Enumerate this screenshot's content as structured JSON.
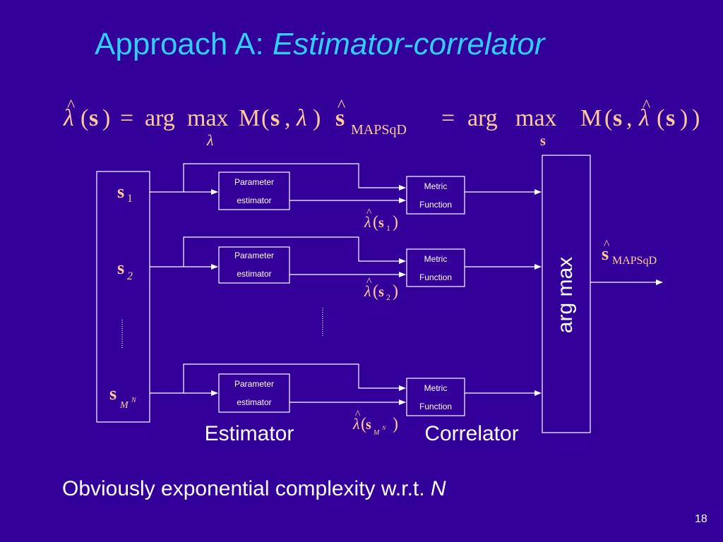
{
  "title": {
    "main": "Approach A: ",
    "italic": "Estimator-correlator"
  },
  "equations": {
    "lambda_hat": "λ",
    "hat": "^",
    "s": "s",
    "equals": "=",
    "argmax_arg": "arg",
    "argmax_max": "max",
    "M": "M",
    "lambda": "λ",
    "sub_lambda": "λ",
    "sub_s": "s",
    "map_subscript": "MAPSqD",
    "paren_open": "(",
    "paren_close": ")",
    "comma": ","
  },
  "diagram": {
    "inputs": [
      {
        "symbol": "s",
        "subscript": "1",
        "sup": ""
      },
      {
        "symbol": "s",
        "subscript": "2",
        "sup": ""
      },
      {
        "symbol": "s",
        "subscript": "M",
        "sup": "N"
      }
    ],
    "param_box": {
      "line1": "Parameter",
      "line2": "estimator"
    },
    "metric_box": {
      "line1": "Metric",
      "line2": "Function"
    },
    "argmax_label": "arg max",
    "output": {
      "symbol": "s",
      "subscript": "MAPSqD"
    },
    "estimator_label": "Estimator",
    "correlator_label": "Correlator"
  },
  "bottom_text": {
    "main": "Obviously exponential complexity w.r.t. ",
    "italic": "N"
  },
  "page_number": "18",
  "colors": {
    "background": "#330099",
    "title": "#33ccff",
    "math": "#ffcc99",
    "lines": "#ffffff"
  }
}
